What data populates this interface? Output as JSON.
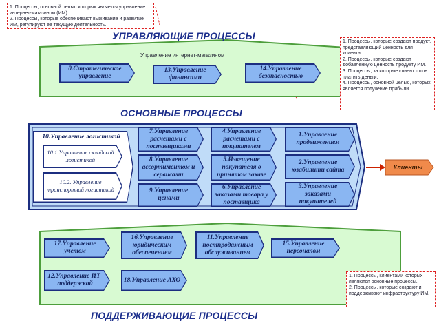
{
  "headings": {
    "management": "УПРАВЛЯЮЩИЕ ПРОЦЕССЫ",
    "core": "ОСНОВНЫЕ ПРОЦЕССЫ",
    "support": "ПОДДЕРЖИВАЮЩИЕ ПРОЦЕССЫ"
  },
  "notes": {
    "top_left": "1. Процессы, основной целью которых является управление интернет-магазином (ИМ).\n2. Процессы, которые обеспечивают выживание и развитие ИМ, регулируют ее текущую деятельность.",
    "right_top": "1. Процессы, которые создают продукт, представляющий ценность для клиента.\n2. Процессы, которые создают добавленную ценность продукту ИМ.\n3. Процессы, за которые клиент готов платить деньги.\n4. Процессы, основной целью, которых является получение прибыли.",
    "right_bottom": "1. Процессы, клиентами которых являются основные процессы.\n2. Процессы, которые создают и поддерживают инфраструктуру ИМ."
  },
  "management": {
    "title": "Управление интернет-магазином",
    "items": [
      "0.Стратегическое управление",
      "13.Управление финансами",
      "14.Управление безопасностью"
    ]
  },
  "core": {
    "logistics": {
      "title": "10.Управление логистикой",
      "sub1": "10.1.Управление складской логистикой",
      "sub2": "10.2. Управление транспортной логистикой"
    },
    "col1": [
      "7.Управление расчетами с поставщиками",
      "8.Управление ассортиментом и сервисами",
      "9.Управление ценами"
    ],
    "col2": [
      "4.Управление расчетами с покупателем",
      "5.Извещение покупателя о принятом заказе",
      "6.Управление заказами товара у поставщика"
    ],
    "col3": [
      "1.Управление продвижением",
      "2.Управление юзабилити сайта",
      "3.Управление заказами покупателей"
    ],
    "clients": "Клиенты"
  },
  "support": {
    "items": [
      "17.Управление учетом",
      "16.Управление юридическим обеспечением",
      "11.Управление постпродажным обслуживанием",
      "15.Управление персоналом",
      "12.Управление ИТ-поддержкой",
      "18.Управление АХО"
    ]
  },
  "colors": {
    "navy": "#1c2e80",
    "box_fill": "#8ab6f2",
    "green_fill": "#d8fad2",
    "green_border": "#4d9e3c",
    "core_bg": "#c0dcf8",
    "clients": "#f08a4b",
    "note_border": "#dd2222"
  }
}
